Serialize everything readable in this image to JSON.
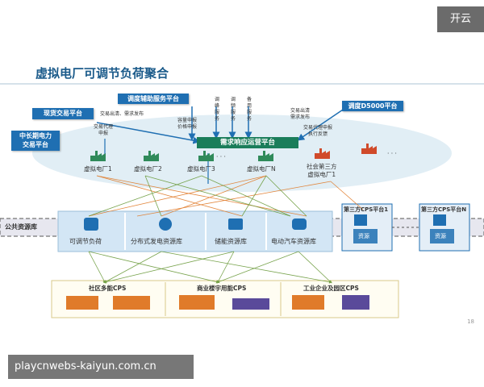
{
  "brand": "开云",
  "title": "虚拟电厂可调节负荷聚合",
  "platforms": {
    "dispatch_aux": "调度辅助服务平台",
    "spot": "现货交易平台",
    "mid_long": "中长期电力\n交易平台",
    "d5000": "调度D5000平台",
    "demand_response": "需求响应运营平台"
  },
  "annotations": {
    "clear_publish_left": "交易出清、需求发布",
    "agent_report_left": "交易代理\n申报",
    "capacity_report": "容量申报\n价格申报",
    "tiaofeng": "调\n峰\n服\n务",
    "tiaopin": "调\n频\n服\n务",
    "beiyong": "备\n用\n服\n务",
    "clear_publish_right": "交易出清\n需求发布",
    "agent_report_right": "交易代理申报\n执行反馈"
  },
  "plants": {
    "vp1": "虚拟电厂1",
    "vp2": "虚拟电厂2",
    "vp3": "虚拟电厂3",
    "vpn": "虚拟电厂N",
    "social": "社会第三方\n虚拟电厂1",
    "ellipsis": "· · ·"
  },
  "resources": {
    "public": "公共资源库",
    "adjustable": "可调节负荷",
    "distributed": "分布式发电资源库",
    "storage": "储能资源库",
    "ev": "电动汽车资源库"
  },
  "third_party": {
    "cps1": "第三方CPS平台1",
    "cpsn": "第三方CPS平台N",
    "resource_tag": "资源"
  },
  "cps": {
    "community": "社区多能CPS",
    "commercial": "商业楼宇用能CPS",
    "industrial": "工业企业及园区CPS"
  },
  "page_number": "18",
  "footer_url": "playcnwebs-kaiyun.com.cn",
  "colors": {
    "blue": "#1f6fb2",
    "green": "#1a7d5a",
    "orange": "#e07b2a",
    "purple": "#5a4a9a"
  }
}
